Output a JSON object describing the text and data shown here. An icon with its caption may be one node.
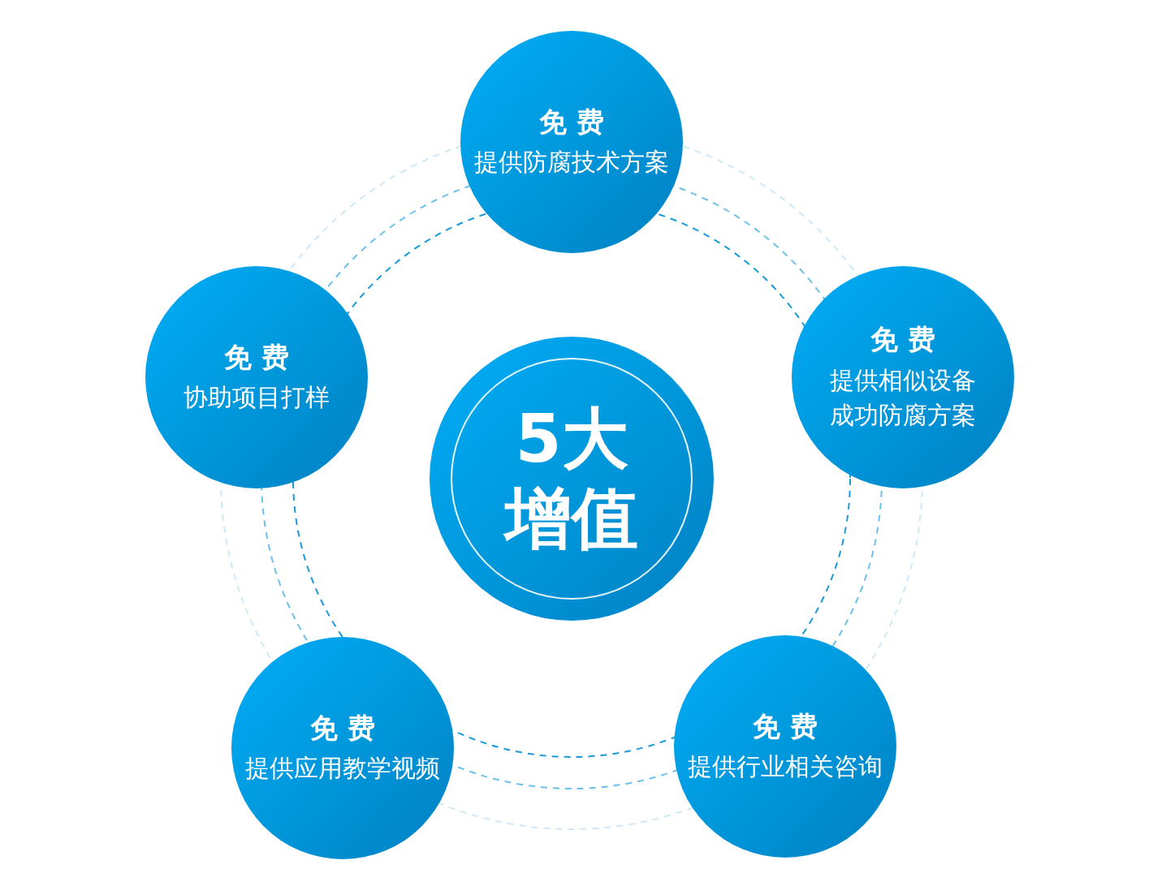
{
  "diagram": {
    "nodes": [
      {
        "text": [
          "5大增值"
        ]
      },
      {
        "text": [
          "免 费",
          "提供防腐技术方案"
        ]
      },
      {
        "text": [
          "免 费",
          "提供相似设备成功防腐方案"
        ]
      },
      {
        "text": [
          "免 费",
          "提供行业相关咨询"
        ]
      },
      {
        "text": [
          "免 费",
          "提供应用教学视频"
        ]
      },
      {
        "text": [
          "免 费",
          "协助项目打样"
        ]
      }
    ]
  }
}
